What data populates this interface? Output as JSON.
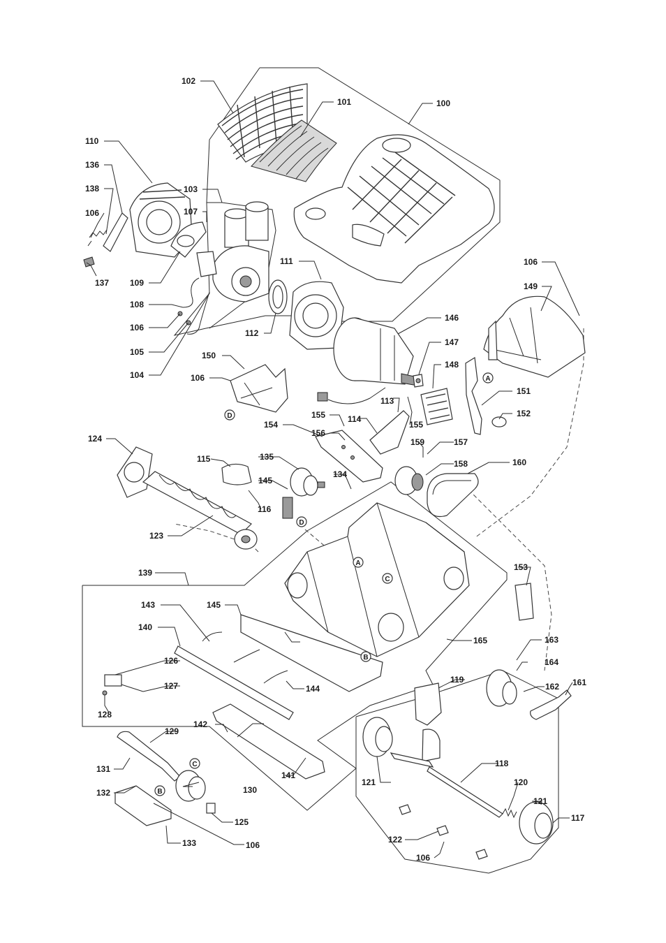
{
  "diagram": {
    "parts": [
      {
        "id": "p100",
        "text": "100"
      },
      {
        "id": "p101",
        "text": "101"
      },
      {
        "id": "p102",
        "text": "102"
      },
      {
        "id": "p103",
        "text": "103"
      },
      {
        "id": "p104",
        "text": "104"
      },
      {
        "id": "p105",
        "text": "105"
      },
      {
        "id": "p106a",
        "text": "106"
      },
      {
        "id": "p106b",
        "text": "106"
      },
      {
        "id": "p106c",
        "text": "106"
      },
      {
        "id": "p106d",
        "text": "106"
      },
      {
        "id": "p106e",
        "text": "106"
      },
      {
        "id": "p106f",
        "text": "106"
      },
      {
        "id": "p107",
        "text": "107"
      },
      {
        "id": "p108",
        "text": "108"
      },
      {
        "id": "p109",
        "text": "109"
      },
      {
        "id": "p110",
        "text": "110"
      },
      {
        "id": "p111",
        "text": "111"
      },
      {
        "id": "p112",
        "text": "112"
      },
      {
        "id": "p113",
        "text": "113"
      },
      {
        "id": "p114",
        "text": "114"
      },
      {
        "id": "p115",
        "text": "115"
      },
      {
        "id": "p116",
        "text": "116"
      },
      {
        "id": "p117",
        "text": "117"
      },
      {
        "id": "p118",
        "text": "118"
      },
      {
        "id": "p119",
        "text": "119"
      },
      {
        "id": "p120",
        "text": "120"
      },
      {
        "id": "p121a",
        "text": "121"
      },
      {
        "id": "p121b",
        "text": "121"
      },
      {
        "id": "p122",
        "text": "122"
      },
      {
        "id": "p123",
        "text": "123"
      },
      {
        "id": "p124",
        "text": "124"
      },
      {
        "id": "p125",
        "text": "125"
      },
      {
        "id": "p126",
        "text": "126"
      },
      {
        "id": "p127",
        "text": "127"
      },
      {
        "id": "p128",
        "text": "128"
      },
      {
        "id": "p129",
        "text": "129"
      },
      {
        "id": "p130",
        "text": "130"
      },
      {
        "id": "p131",
        "text": "131"
      },
      {
        "id": "p132",
        "text": "132"
      },
      {
        "id": "p133",
        "text": "133"
      },
      {
        "id": "p134",
        "text": "134"
      },
      {
        "id": "p135",
        "text": "135"
      },
      {
        "id": "p136",
        "text": "136"
      },
      {
        "id": "p137",
        "text": "137"
      },
      {
        "id": "p138",
        "text": "138"
      },
      {
        "id": "p139",
        "text": "139"
      },
      {
        "id": "p140",
        "text": "140"
      },
      {
        "id": "p141",
        "text": "141"
      },
      {
        "id": "p142",
        "text": "142"
      },
      {
        "id": "p143",
        "text": "143"
      },
      {
        "id": "p144",
        "text": "144"
      },
      {
        "id": "p145a",
        "text": "145"
      },
      {
        "id": "p145b",
        "text": "145"
      },
      {
        "id": "p146",
        "text": "146"
      },
      {
        "id": "p147",
        "text": "147"
      },
      {
        "id": "p148",
        "text": "148"
      },
      {
        "id": "p149",
        "text": "149"
      },
      {
        "id": "p150",
        "text": "150"
      },
      {
        "id": "p151",
        "text": "151"
      },
      {
        "id": "p152",
        "text": "152"
      },
      {
        "id": "p153",
        "text": "153"
      },
      {
        "id": "p154",
        "text": "154"
      },
      {
        "id": "p155a",
        "text": "155"
      },
      {
        "id": "p155b",
        "text": "155"
      },
      {
        "id": "p156",
        "text": "156"
      },
      {
        "id": "p157",
        "text": "157"
      },
      {
        "id": "p158",
        "text": "158"
      },
      {
        "id": "p159",
        "text": "159"
      },
      {
        "id": "p160",
        "text": "160"
      },
      {
        "id": "p161",
        "text": "161"
      },
      {
        "id": "p162",
        "text": "162"
      },
      {
        "id": "p163",
        "text": "163"
      },
      {
        "id": "p164",
        "text": "164"
      },
      {
        "id": "p165",
        "text": "165"
      }
    ],
    "markers": [
      {
        "id": "mA1",
        "text": "A"
      },
      {
        "id": "mA2",
        "text": "A"
      },
      {
        "id": "mB1",
        "text": "B"
      },
      {
        "id": "mB2",
        "text": "B"
      },
      {
        "id": "mC1",
        "text": "C"
      },
      {
        "id": "mC2",
        "text": "C"
      },
      {
        "id": "mD1",
        "text": "D"
      },
      {
        "id": "mD2",
        "text": "D"
      }
    ]
  }
}
